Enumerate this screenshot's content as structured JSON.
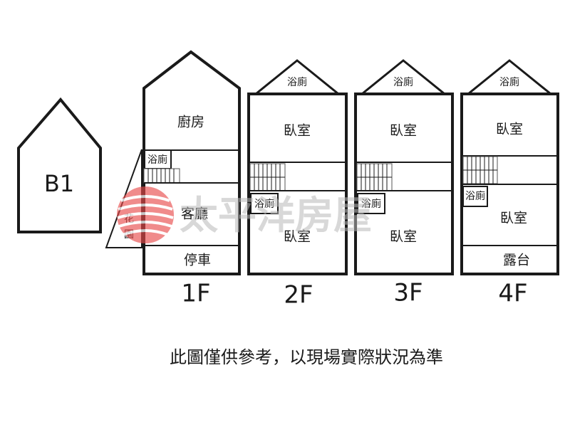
{
  "basement": {
    "label": "B1"
  },
  "floors": [
    {
      "name": "1F",
      "rooms": {
        "kitchen": "廚房",
        "bath": "浴廁",
        "living": "客廳",
        "garden": "花\n園",
        "parking": "停車"
      }
    },
    {
      "name": "2F",
      "rooms": {
        "roof_bath": "浴廁",
        "bedroom_top": "臥室",
        "bath": "浴廁",
        "bedroom_bottom": "臥室"
      }
    },
    {
      "name": "3F",
      "rooms": {
        "roof_bath": "浴廁",
        "bedroom_top": "臥室",
        "bath": "浴廁",
        "bedroom_bottom": "臥室"
      }
    },
    {
      "name": "4F",
      "rooms": {
        "roof_bath": "浴廁",
        "bedroom_top": "臥室",
        "bath": "浴廁",
        "bedroom_bottom": "臥室",
        "balcony": "露台"
      }
    }
  ],
  "watermark": {
    "text": "太平洋房屋",
    "colors": {
      "logo": "#e84a4a",
      "text": "#b8b8b8"
    }
  },
  "disclaimer": "此圖僅供參考，以現場實際狀況為準"
}
